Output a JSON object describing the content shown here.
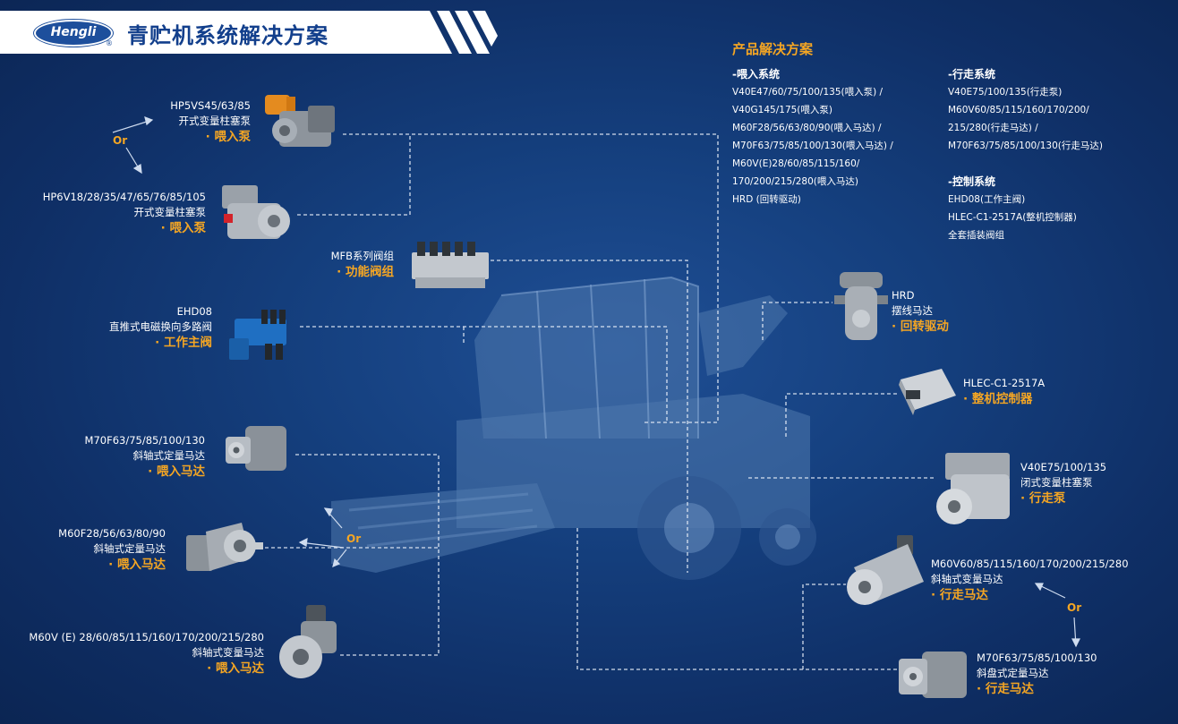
{
  "header": {
    "logo_text": "Hengli",
    "title": "青贮机系统解决方案"
  },
  "panel": {
    "heading": "产品解决方案",
    "feed": {
      "title": "-喂入系统",
      "lines": [
        "V40E47/60/75/100/135(喂入泵) /",
        "V40G145/175(喂入泵)",
        "M60F28/56/63/80/90(喂入马达) /",
        "M70F63/75/85/100/130(喂入马达) /",
        "M60V(E)28/60/85/115/160/",
        "170/200/215/280(喂入马达)",
        "HRD (回转驱动)"
      ]
    },
    "travel": {
      "title": "-行走系统",
      "lines": [
        "V40E75/100/135(行走泵)",
        "M60V60/85/115/160/170/200/",
        "215/280(行走马达) /",
        "M70F63/75/85/100/130(行走马达)"
      ]
    },
    "control": {
      "title": "-控制系统",
      "lines": [
        "EHD08(工作主阀)",
        "HLEC-C1-2517A(整机控制器)",
        "全套插装阀组"
      ]
    }
  },
  "callouts": {
    "hp5": {
      "model": "HP5VS45/63/85",
      "desc": "开式变量柱塞泵",
      "role": "· 喂入泵"
    },
    "hp6": {
      "model": "HP6V18/28/35/47/65/76/85/105",
      "desc": "开式变量柱塞泵",
      "role": "· 喂入泵"
    },
    "mfb": {
      "model": "MFB系列阀组",
      "role": "· 功能阀组"
    },
    "ehd": {
      "model": "EHD08",
      "desc": "直推式电磁换向多路阀",
      "role": "· 工作主阀"
    },
    "m70_feed": {
      "model": "M70F63/75/85/100/130",
      "desc": "斜轴式定量马达",
      "role": "· 喂入马达"
    },
    "m60f": {
      "model": "M60F28/56/63/80/90",
      "desc": "斜轴式定量马达",
      "role": "· 喂入马达"
    },
    "m60ve": {
      "model": "M60V (E) 28/60/85/115/160/170/200/215/280",
      "desc": "斜轴式变量马达",
      "role": "· 喂入马达"
    },
    "hrd": {
      "model": "HRD",
      "desc": "摆线马达",
      "role": "· 回转驱动"
    },
    "hlec": {
      "model": "HLEC-C1-2517A",
      "role": "· 整机控制器"
    },
    "v40e": {
      "model": "V40E75/100/135",
      "desc": "闭式变量柱塞泵",
      "role": "· 行走泵"
    },
    "m60v": {
      "model": "M60V60/85/115/160/170/200/215/280",
      "desc": "斜轴式变量马达",
      "role": "· 行走马达"
    },
    "m70_travel": {
      "model": "M70F63/75/85/100/130",
      "desc": "斜盘式定量马达",
      "role": "· 行走马达"
    }
  },
  "or_labels": {
    "or1": "Or",
    "or2": "Or",
    "or3": "Or"
  },
  "colors": {
    "background": "#15407f",
    "accent": "#f5a623",
    "header_bar": "#ffffff",
    "title": "#123f8c",
    "leader_line": "#e8eef8"
  }
}
